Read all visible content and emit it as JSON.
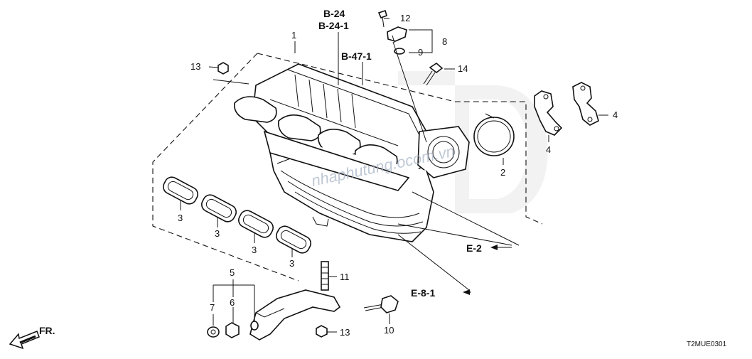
{
  "diagram": {
    "watermark": "nhaphutung.ocom.vn",
    "diagram_code": "T2MUE0301",
    "front_arrow_label": "FR.",
    "references": {
      "b24": "B-24",
      "b24_1": "B-24-1",
      "b47_1": "B-47-1",
      "e2": "E-2",
      "e8_1": "E-8-1"
    },
    "callouts": {
      "c1": "1",
      "c2": "2",
      "c3a": "3",
      "c3b": "3",
      "c3c": "3",
      "c3d": "3",
      "c4a": "4",
      "c4b": "4",
      "c5": "5",
      "c6": "6",
      "c7": "7",
      "c8": "8",
      "c9": "9",
      "c10": "10",
      "c11": "11",
      "c12": "12",
      "c13a": "13",
      "c13b": "13",
      "c14": "14"
    }
  }
}
